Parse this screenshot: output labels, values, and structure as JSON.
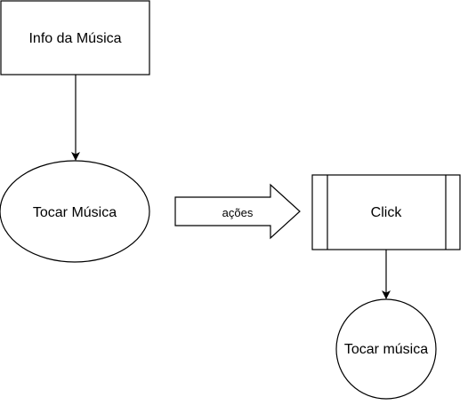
{
  "nodes": {
    "info": {
      "label": "Info da Música"
    },
    "tocar_musica": {
      "label": "Tocar Música"
    },
    "acoes": {
      "label": "ações"
    },
    "click": {
      "label": "Click"
    },
    "tocar_musica_2": {
      "label": "Tocar música"
    }
  },
  "colors": {
    "stroke": "#000000",
    "fill": "#ffffff",
    "text": "#000000"
  }
}
